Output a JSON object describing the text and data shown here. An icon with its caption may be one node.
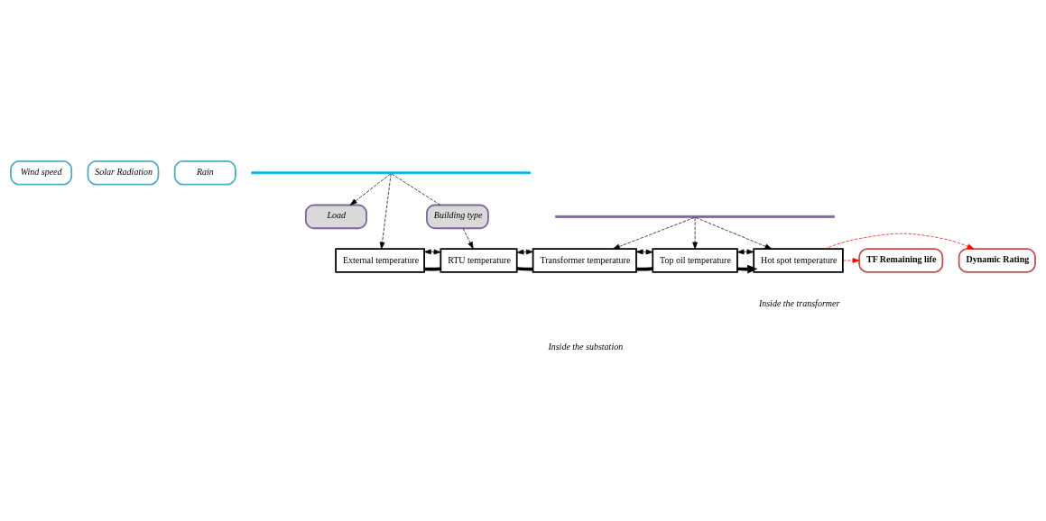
{
  "diagram": {
    "nodes": [
      {
        "text": [
          "Wind speed"
        ]
      },
      {
        "text": [
          "Solar Radiation"
        ]
      },
      {
        "text": [
          "Rain"
        ]
      },
      {
        "text": [],
        "shape": "bar"
      },
      {
        "text": [
          "Building type"
        ]
      },
      {
        "text": [
          "Load"
        ]
      },
      {
        "text": [],
        "shape": "bar"
      },
      {
        "text": [
          "External temperature"
        ]
      },
      {
        "text": [
          "RTU temperature"
        ]
      },
      {
        "text": [
          "Transformer temperature"
        ]
      },
      {
        "text": [
          "Top oil temperature"
        ]
      },
      {
        "text": [
          "Hot spot temperature"
        ]
      },
      {
        "text": [
          "TF Remaining life"
        ]
      },
      {
        "text": [
          "Dynamic Rating"
        ]
      }
    ],
    "edges": [
      {
        "from": 3,
        "to": 7,
        "arrow": "to",
        "style": "dashed"
      },
      {
        "from": 3,
        "to": 4,
        "arrow": "none",
        "style": "dashed"
      },
      {
        "from": 4,
        "to": 8,
        "arrow": "to",
        "style": "dashed"
      },
      {
        "from": 3,
        "to": 5,
        "arrow": "to",
        "style": "dashed"
      },
      {
        "from": 6,
        "to": 9,
        "arrow": "to",
        "style": "dashed"
      },
      {
        "from": 6,
        "to": 10,
        "arrow": "to",
        "style": "dashed"
      },
      {
        "from": 6,
        "to": 11,
        "arrow": "to",
        "style": "dashed"
      },
      {
        "from": 7,
        "to": 8,
        "arrow": "none",
        "style": "thick"
      },
      {
        "from": 8,
        "to": 9,
        "arrow": "none",
        "style": "thick"
      },
      {
        "from": 9,
        "to": 10,
        "arrow": "none",
        "style": "thick"
      },
      {
        "from": 10,
        "to": 11,
        "arrow": "to",
        "style": "thick"
      },
      {
        "from": 7,
        "to": 8,
        "arrow": "both",
        "style": "dashed"
      },
      {
        "from": 8,
        "to": 9,
        "arrow": "both",
        "style": "dashed"
      },
      {
        "from": 9,
        "to": 10,
        "arrow": "both",
        "style": "dashed"
      },
      {
        "from": 10,
        "to": 11,
        "arrow": "both",
        "style": "dashed"
      },
      {
        "from": 11,
        "to": 12,
        "arrow": "to",
        "style": "dashed",
        "color": "#ff0000"
      },
      {
        "from": 11,
        "to": 13,
        "arrow": "to",
        "style": "dashed",
        "color": "#ff0000"
      }
    ],
    "labels": [
      "Inside the transformer",
      "Inside the substation"
    ]
  }
}
